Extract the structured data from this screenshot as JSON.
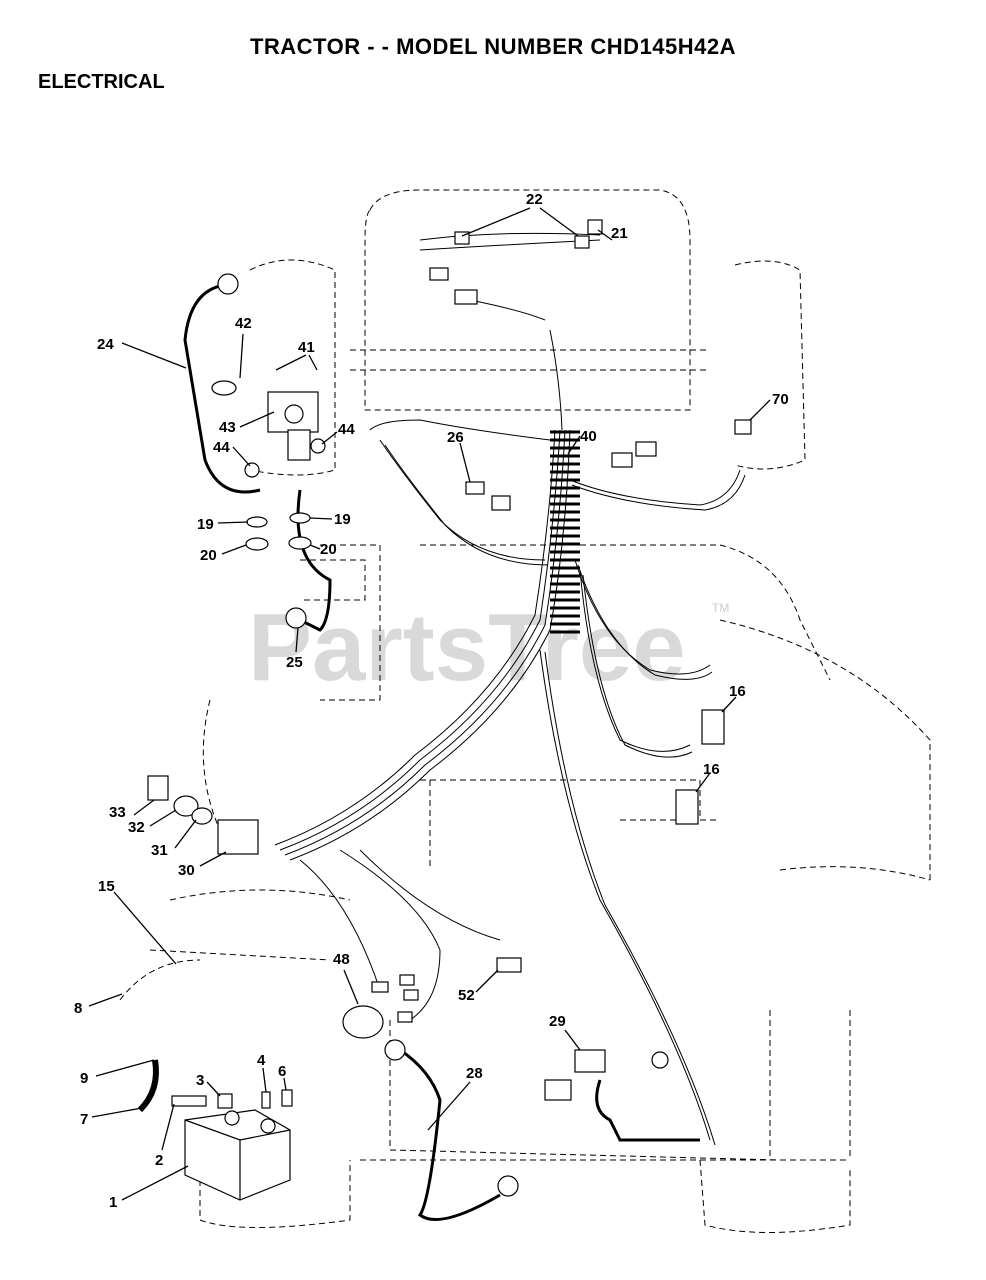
{
  "header": {
    "title": "TRACTOR - - MODEL NUMBER CHD145H42A",
    "section": "ELECTRICAL"
  },
  "watermark": {
    "text": "PartsTree",
    "tm": "TM"
  },
  "callouts": [
    "22",
    "21",
    "24",
    "42",
    "41",
    "43",
    "44",
    "44",
    "40",
    "26",
    "70",
    "19",
    "19",
    "20",
    "20",
    "25",
    "16",
    "16",
    "33",
    "32",
    "31",
    "30",
    "15",
    "8",
    "48",
    "52",
    "29",
    "9",
    "7",
    "3",
    "4",
    "6",
    "2",
    "28",
    "1"
  ]
}
